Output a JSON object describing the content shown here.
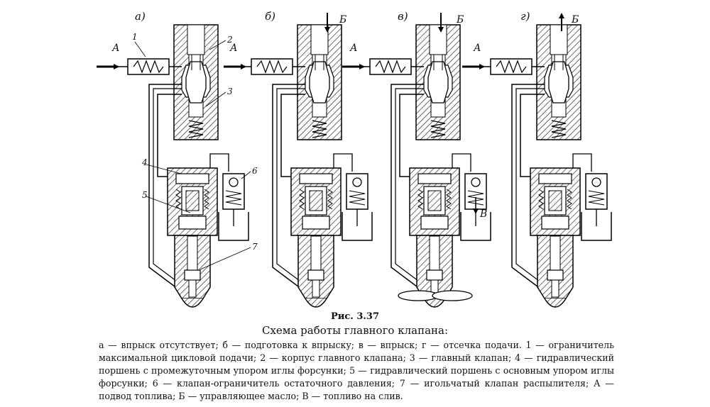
{
  "panels": {
    "a": "а)",
    "b": "б)",
    "v": "в)",
    "g": "г)"
  },
  "flow_labels": {
    "fuel_in": "А",
    "control_oil": "Б",
    "drain": "В"
  },
  "part_numbers": [
    "1",
    "2",
    "3",
    "4",
    "5",
    "6",
    "7"
  ],
  "figure_number": "Рис. 3.37",
  "figure_title": "Схема работы главного клапана:",
  "legend": "а — впрыск отсутствует; б — подготовка к впрыску; в — впрыск; г — отсечка подачи. 1 — ограничитель максимальной цикловой подачи; 2 — корпус главного клапана; 3 — главный клапан; 4 — гидравлический поршень с промежуточным упором иглы форсунки; 5 — гидравлический поршень с основным упором иглы форсунки; 6 — клапан-ограничитель остаточного давления; 7 — игольчатый клапан распылителя; А — подвод топлива; Б — управляющее масло; В — топливо на слив."
}
